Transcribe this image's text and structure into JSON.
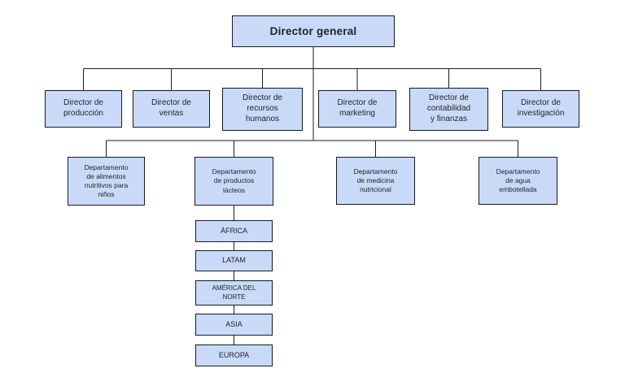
{
  "diagram": {
    "type": "organizational-chart",
    "colors": {
      "node_fill": "#c9daf8",
      "node_border": "#171a21",
      "line": "#1b1b1b",
      "text": "#20242b",
      "background": "#ffffff"
    },
    "root": {
      "label": "Director general"
    },
    "directors": [
      {
        "label": [
          "Director de",
          "producción"
        ]
      },
      {
        "label": [
          "Director de",
          "ventas"
        ]
      },
      {
        "label": [
          "Director de",
          "recursos",
          "humanos"
        ]
      },
      {
        "label": [
          "Director de",
          "marketing"
        ]
      },
      {
        "label": [
          "Director de",
          "contabilidad",
          "y finanzas"
        ]
      },
      {
        "label": [
          "Director de",
          "investigación"
        ]
      }
    ],
    "departments": [
      {
        "label": [
          "Departamento",
          "de alimentos",
          "nutritivos para",
          "niños"
        ]
      },
      {
        "label": [
          "Departamento",
          "de productos",
          "lácteos"
        ]
      },
      {
        "label": [
          "Departamento",
          "de medicina",
          "nutricional"
        ]
      },
      {
        "label": [
          "Departamento",
          "de agua",
          "embotellada"
        ]
      }
    ],
    "regions": [
      {
        "label": "ÁFRICA"
      },
      {
        "label": "LATAM"
      },
      {
        "label": [
          "AMÉRICA DEL",
          "NORTE"
        ]
      },
      {
        "label": "ASIA"
      },
      {
        "label": "EUROPA"
      }
    ]
  }
}
